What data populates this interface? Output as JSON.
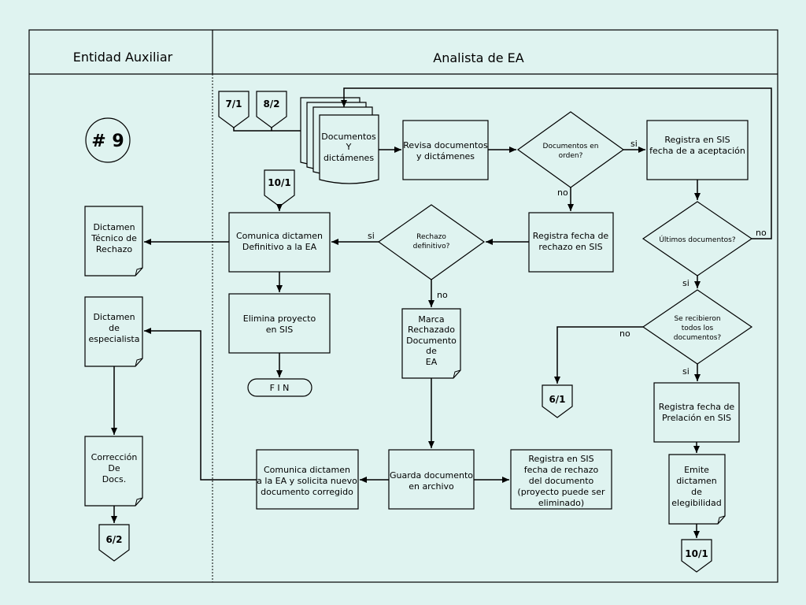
{
  "lanes": {
    "left": "Entidad Auxiliar",
    "right": "Analista de EA"
  },
  "page_marker": "# 9",
  "connectors": {
    "c71": "7/1",
    "c82": "8/2",
    "c101_top": "10/1",
    "c61": "6/1",
    "c62": "6/2",
    "c101_bottom": "10/1"
  },
  "documents": {
    "docs_stack": [
      "Documentos",
      "Y",
      "dictámenes"
    ],
    "dictamen_rechazo": [
      "Dictamen",
      "Técnico de",
      "Rechazo"
    ],
    "dictamen_especialista": [
      "Dictamen",
      "de",
      "especialista"
    ],
    "correccion": [
      "Corrección",
      "De",
      "Docs."
    ],
    "marca_rechazado": [
      "Marca",
      "Rechazado",
      "Documento",
      "de",
      "EA"
    ],
    "dictamen_elegibilidad": [
      "Emite",
      "dictamen",
      "de",
      "elegibilidad"
    ]
  },
  "processes": {
    "revisa": [
      "Revisa documentos",
      "y dictámenes"
    ],
    "registra_aceptacion": [
      "Registra en SIS",
      "fecha de  a aceptación"
    ],
    "registra_rechazo": [
      "Registra fecha de",
      "rechazo en SIS"
    ],
    "comunica_definitivo": [
      "Comunica dictamen",
      "Definitivo  a la EA"
    ],
    "elimina": [
      "Elimina proyecto",
      "en SIS"
    ],
    "prelacion": [
      "Registra fecha de",
      "Prelación en SIS"
    ],
    "comunica_nuevo": [
      "Comunica dictamen",
      "a la EA y solicita nuevo",
      "documento corregido"
    ],
    "guarda": [
      "Guarda documento",
      "en  archivo"
    ],
    "registra_eliminado": [
      "Registra en SIS",
      "fecha de  rechazo",
      "del documento",
      "(proyecto puede ser",
      "eliminado)"
    ]
  },
  "decisions": {
    "orden": [
      "Documentos en",
      "orden?"
    ],
    "rechazo_def": [
      "Rechazo",
      "definitivo?"
    ],
    "ultimos": [
      "Últimos documentos?"
    ],
    "recibieron": [
      "Se recibieron",
      "todos los",
      "documentos?"
    ]
  },
  "terminator": "F I N",
  "edge_labels": {
    "orden_si": "si",
    "orden_no": "no",
    "rechazo_si": "si",
    "rechazo_no": "no",
    "ultimos_no": "no",
    "ultimos_si": "si",
    "recibieron_no": "no",
    "recibieron_si": "si"
  }
}
